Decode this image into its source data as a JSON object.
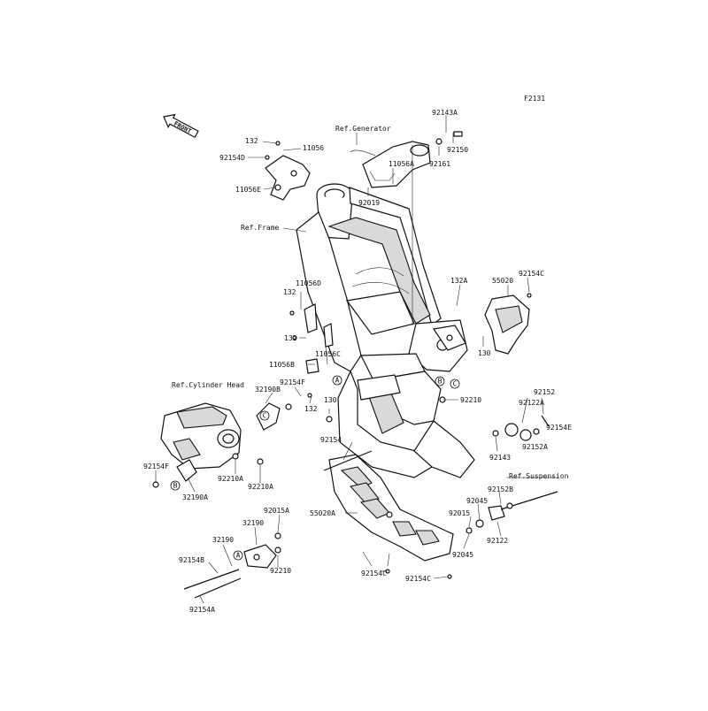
{
  "figure_code": "F2131",
  "front_label": "FRONT",
  "refs": {
    "generator": "Ref.Generator",
    "frame": "Ref.Frame",
    "cylinder_head": "Ref.Cylinder Head",
    "suspension": "Ref.Suspension"
  },
  "callouts": [
    "A",
    "B",
    "C"
  ],
  "parts": {
    "p132_top": "132",
    "p11056": "11056",
    "p92154D": "92154D",
    "p11056E": "11056E",
    "p92143A": "92143A",
    "p92150": "92150",
    "p92161": "92161",
    "p11056A": "11056A",
    "p92019": "92019",
    "p132A": "132A",
    "p92154C_top": "92154C",
    "p55020": "55020",
    "p130_right": "130",
    "p132_mid": "132",
    "p11056D": "11056D",
    "p132_mid2": "132",
    "p11056C": "11056C",
    "p11056B": "11056B",
    "p92154F": "92154F",
    "p32190B": "32190B",
    "p132_low": "132",
    "p130_low": "130",
    "p92210": "92210",
    "p92122A": "92122A",
    "p92152": "92152",
    "p92152A": "92152A",
    "p92154E": "92154E",
    "p92154": "92154",
    "p92143": "92143",
    "p92154F_left": "92154F",
    "p92210A_1": "92210A",
    "p92210A_2": "92210A",
    "p32190A": "32190A",
    "p92152B": "92152B",
    "p92045_1": "92045",
    "p92015": "92015",
    "p92045_2": "92045",
    "p92122": "92122",
    "p55020A": "55020A",
    "p92015A": "92015A",
    "p32190_top": "32190",
    "p32190": "32190",
    "p92154B": "92154B",
    "p92210_low": "92210",
    "p92154A": "92154A",
    "p92154C_1": "92154C",
    "p92154C_2": "92154C"
  }
}
